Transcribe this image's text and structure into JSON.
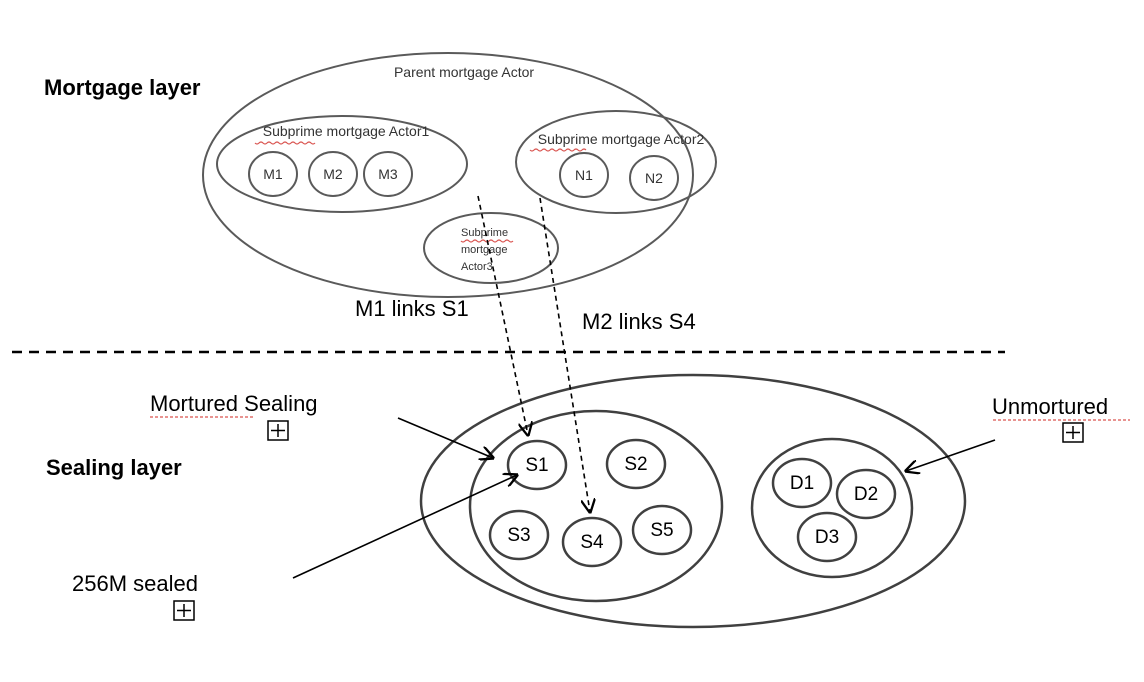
{
  "layers": {
    "mortgage": "Mortgage layer",
    "sealing": "Sealing layer"
  },
  "mortgage": {
    "parent": "Parent mortgage Actor",
    "actor1": {
      "label": "Subprime mortgage Actor1",
      "nodes": [
        "M1",
        "M2",
        "M3"
      ]
    },
    "actor2": {
      "label": "Subprime mortgage Actor2",
      "nodes": [
        "N1",
        "N2"
      ]
    },
    "actor3": {
      "lines": [
        "Subprime",
        "mortgage",
        "Actor3"
      ]
    }
  },
  "links": {
    "m1": "M1 links S1",
    "m2": "M2 links S4"
  },
  "sealing": {
    "mortured": "Mortured Sealing",
    "unmortured": "Unmortured",
    "sealed": "256M sealed",
    "group1": [
      "S1",
      "S2",
      "S3",
      "S4",
      "S5"
    ],
    "group2": [
      "D1",
      "D2",
      "D3"
    ]
  },
  "icons": {
    "expand": "expand-box-icon"
  },
  "colors": {
    "line_dark": "#404040",
    "line_light": "#5a5a5a",
    "spellcheck": "#d9534f"
  }
}
